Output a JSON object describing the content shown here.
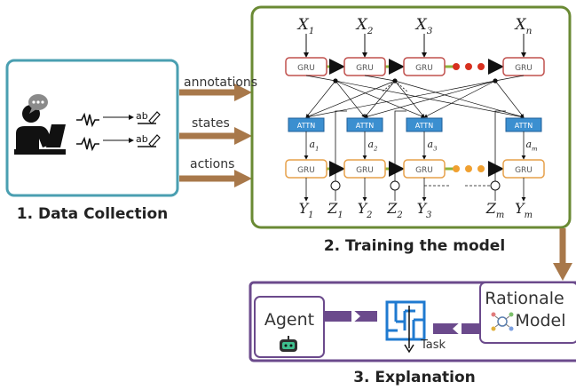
{
  "colors": {
    "data_collection_border": "#4a9fb1",
    "training_border": "#6a8a34",
    "explanation_border": "#6b4a8c",
    "arrow_brown": "#a8784a",
    "gru_input_border": "#c0504d",
    "gru_output_border": "#e6a04a",
    "attn_fill": "#3b8fd0",
    "green_link": "#8db33a",
    "red_dots": "#d7301f",
    "orange_dots": "#f0a030",
    "purple": "#6b4a8c",
    "maze_blue": "#1f7ad0"
  },
  "data_collection": {
    "title": "1. Data Collection",
    "inputs": [
      "annotations",
      "states",
      "actions"
    ]
  },
  "training": {
    "title": "2. Training the model",
    "inputs": [
      {
        "base": "X",
        "sub": "1"
      },
      {
        "base": "X",
        "sub": "2"
      },
      {
        "base": "X",
        "sub": "3"
      },
      {
        "base": "X",
        "sub": "n"
      }
    ],
    "gru_label": "GRU",
    "attn_label": "ATTN",
    "alphas": [
      {
        "base": "a",
        "sub": "1"
      },
      {
        "base": "a",
        "sub": "2"
      },
      {
        "base": "a",
        "sub": "3"
      },
      {
        "base": "a",
        "sub": "m"
      }
    ],
    "outputs": [
      {
        "base": "Y",
        "sub": "1"
      },
      {
        "base": "Z",
        "sub": "1"
      },
      {
        "base": "Y",
        "sub": "2"
      },
      {
        "base": "Z",
        "sub": "2"
      },
      {
        "base": "Y",
        "sub": "3"
      },
      {
        "base": "Z",
        "sub": "m"
      },
      {
        "base": "Y",
        "sub": "m"
      }
    ]
  },
  "explanation": {
    "title": "3. Explanation",
    "agent_label": "Agent",
    "rationale_line1": "Rationale",
    "rationale_line2": "Model",
    "task_label": "Task"
  }
}
